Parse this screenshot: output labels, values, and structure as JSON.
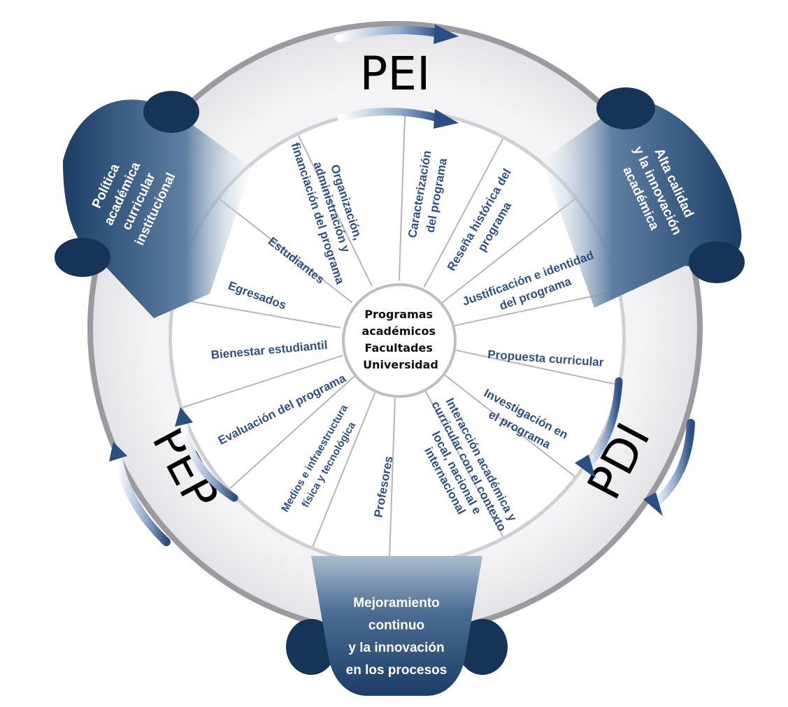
{
  "center": {
    "lines": [
      "Programas",
      "académicos",
      "Facultades",
      "Universidad"
    ]
  },
  "ring_labels": {
    "pei": "PEI",
    "pep": "PEP",
    "pdi": "PDI"
  },
  "banners": {
    "left": [
      "Política",
      "académica",
      "curricular",
      "institucional"
    ],
    "right": [
      "Alta calidad",
      "y la innovación",
      "académica"
    ],
    "bottom": [
      "Mejoramiento",
      "continuo",
      "y la innovación",
      "en los procesos"
    ]
  },
  "segments": [
    {
      "id": "organizacion",
      "lines": [
        "Organización,",
        "administración y",
        "financiación del programa"
      ]
    },
    {
      "id": "caracterizacion",
      "lines": [
        "Caracterización",
        "del programa"
      ]
    },
    {
      "id": "resena",
      "lines": [
        "Reseña histórica del",
        "programa"
      ]
    },
    {
      "id": "justificacion",
      "lines": [
        "Justificación e identidad",
        "del programa"
      ]
    },
    {
      "id": "propuesta",
      "lines": [
        "Propuesta curricular"
      ]
    },
    {
      "id": "investigacion",
      "lines": [
        "Investigación en",
        "el programa"
      ]
    },
    {
      "id": "interaccion",
      "lines": [
        "Interacción académica y",
        "curricular con el contexto",
        "local, nacional e",
        "internacional"
      ]
    },
    {
      "id": "profesores",
      "lines": [
        "Profesores"
      ]
    },
    {
      "id": "medios",
      "lines": [
        "Medios e infraestructura",
        "física y tecnológica"
      ]
    },
    {
      "id": "evaluacion",
      "lines": [
        "Evaluación del programa"
      ]
    },
    {
      "id": "bienestar",
      "lines": [
        "Bienestar estudiantil"
      ]
    },
    {
      "id": "egresados",
      "lines": [
        "Egresados"
      ]
    },
    {
      "id": "estudiantes",
      "lines": [
        "Estudiantes"
      ]
    }
  ],
  "colors": {
    "banner_dark": "#1b3d66",
    "segment_text": "#2e4f86",
    "ring_fill": "#f0f0f2"
  }
}
